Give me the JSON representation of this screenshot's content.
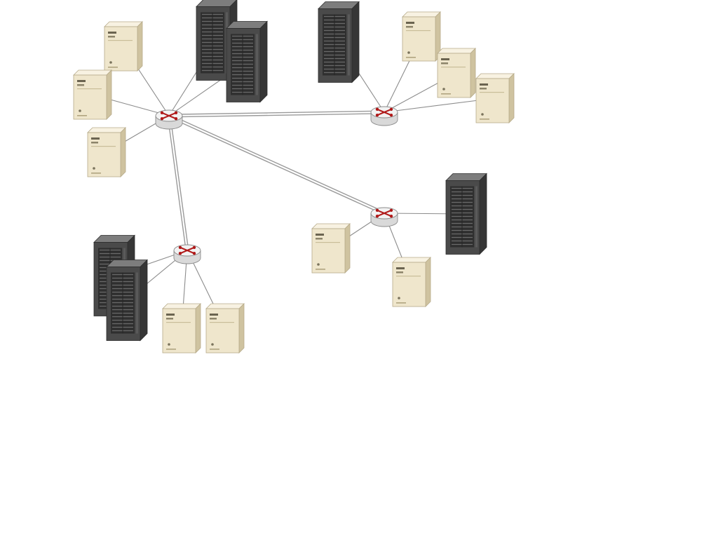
{
  "diagram": {
    "type": "network-topology",
    "colors": {
      "background": "#ffffff",
      "link": "#8c8c8c",
      "backbone_link": "#9a9a9a",
      "router_body": "#f2f2f2",
      "router_arrows": "#b01818",
      "workstation_body": "#efe6cc",
      "rack_server_body": "#4a4a4a"
    },
    "nodes": [
      {
        "id": "router-a",
        "kind": "router",
        "icon": "router-icon"
      },
      {
        "id": "router-b",
        "kind": "router",
        "icon": "router-icon"
      },
      {
        "id": "router-c",
        "kind": "router",
        "icon": "router-icon"
      },
      {
        "id": "router-d",
        "kind": "router",
        "icon": "router-icon"
      },
      {
        "id": "ws-a1",
        "kind": "workstation",
        "icon": "workstation-icon"
      },
      {
        "id": "ws-a2",
        "kind": "workstation",
        "icon": "workstation-icon"
      },
      {
        "id": "ws-a3",
        "kind": "workstation",
        "icon": "workstation-icon"
      },
      {
        "id": "rack-a1",
        "kind": "rack-server",
        "icon": "rack-server-icon"
      },
      {
        "id": "rack-a2",
        "kind": "rack-server",
        "icon": "rack-server-icon"
      },
      {
        "id": "rack-b1",
        "kind": "rack-server",
        "icon": "rack-server-icon"
      },
      {
        "id": "ws-b1",
        "kind": "workstation",
        "icon": "workstation-icon"
      },
      {
        "id": "ws-b2",
        "kind": "workstation",
        "icon": "workstation-icon"
      },
      {
        "id": "ws-b3",
        "kind": "workstation",
        "icon": "workstation-icon"
      },
      {
        "id": "rack-c1",
        "kind": "rack-server",
        "icon": "rack-server-icon"
      },
      {
        "id": "ws-c1",
        "kind": "workstation",
        "icon": "workstation-icon"
      },
      {
        "id": "ws-c2",
        "kind": "workstation",
        "icon": "workstation-icon"
      },
      {
        "id": "rack-d1",
        "kind": "rack-server",
        "icon": "rack-server-icon"
      },
      {
        "id": "rack-d2",
        "kind": "rack-server",
        "icon": "rack-server-icon"
      },
      {
        "id": "ws-d1",
        "kind": "workstation",
        "icon": "workstation-icon"
      },
      {
        "id": "ws-d2",
        "kind": "workstation",
        "icon": "workstation-icon"
      }
    ],
    "links": [
      {
        "from": "router-a",
        "to": "router-b",
        "backbone": true
      },
      {
        "from": "router-a",
        "to": "router-c",
        "backbone": true
      },
      {
        "from": "router-a",
        "to": "router-d",
        "backbone": true
      },
      {
        "from": "router-a",
        "to": "ws-a1"
      },
      {
        "from": "router-a",
        "to": "ws-a2"
      },
      {
        "from": "router-a",
        "to": "ws-a3"
      },
      {
        "from": "router-a",
        "to": "rack-a1"
      },
      {
        "from": "router-a",
        "to": "rack-a2"
      },
      {
        "from": "router-b",
        "to": "rack-b1"
      },
      {
        "from": "router-b",
        "to": "ws-b1"
      },
      {
        "from": "router-b",
        "to": "ws-b2"
      },
      {
        "from": "router-b",
        "to": "ws-b3"
      },
      {
        "from": "router-c",
        "to": "rack-c1"
      },
      {
        "from": "router-c",
        "to": "ws-c1"
      },
      {
        "from": "router-c",
        "to": "ws-c2"
      },
      {
        "from": "router-d",
        "to": "rack-d1"
      },
      {
        "from": "router-d",
        "to": "rack-d2"
      },
      {
        "from": "router-d",
        "to": "ws-d1"
      },
      {
        "from": "router-d",
        "to": "ws-d2"
      }
    ]
  }
}
